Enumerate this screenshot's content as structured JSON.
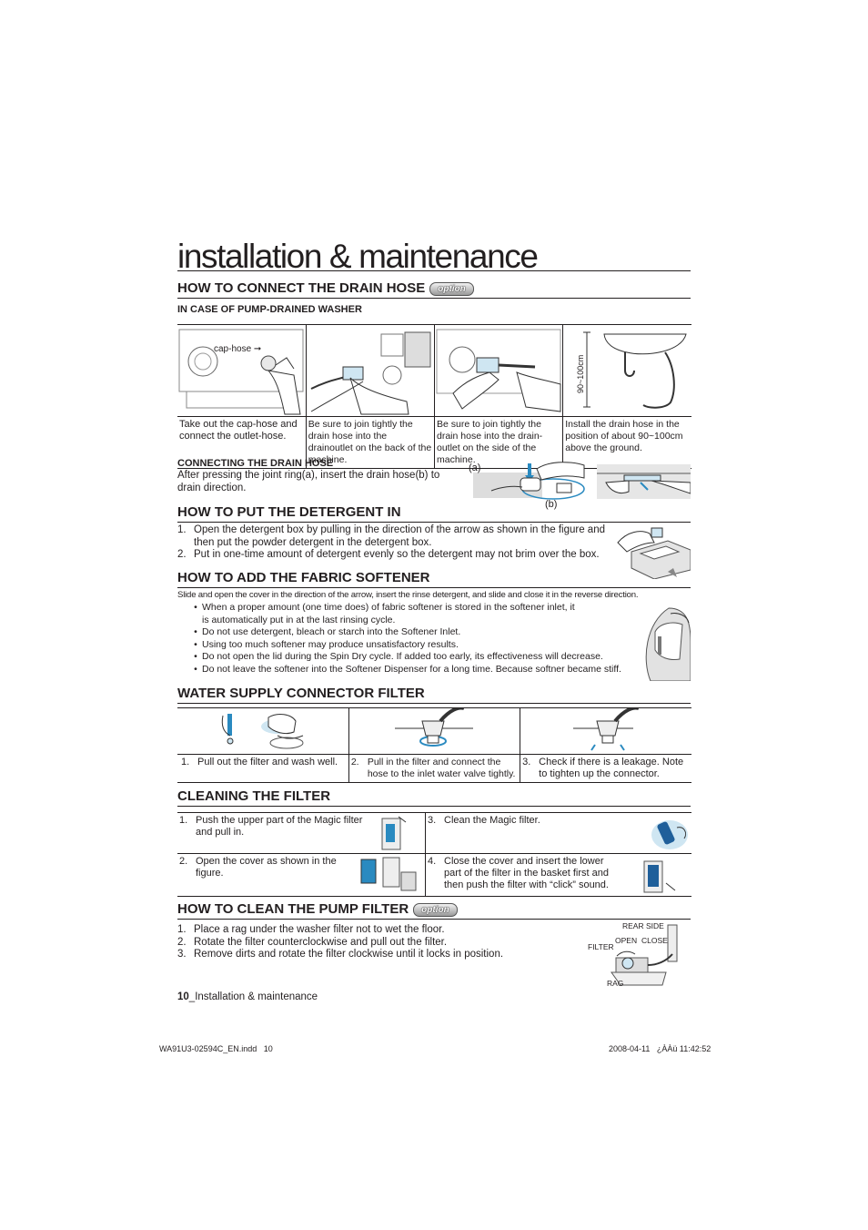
{
  "title": "installation & maintenance",
  "drain_hose": {
    "heading": "HOW TO CONNECT THE DRAIN HOSE",
    "option_badge": "option",
    "subheading": "IN CASE OF PUMP-DRAINED WASHER",
    "cap_hose_label": "cap-hose",
    "height_label": "90~100cm",
    "steps": [
      "Take out the cap-hose and connect the outlet-hose.",
      "Be sure to join tightly the drain hose into the drainoutlet on the back of the machine.",
      "Be sure to join tightly the drain hose into the drain-outlet on the side of the machine.",
      "Install the drain hose in the position of about 90~100cm above the ground."
    ],
    "connecting_heading": "CONNECTING THE DRAIN HOSE",
    "connecting_text": "After pressing the joint ring(a), insert the drain hose(b) to drain direction.",
    "label_a": "(a)",
    "label_b": "(b)"
  },
  "detergent": {
    "heading": "HOW TO PUT THE DETERGENT IN",
    "steps": [
      "Open the detergent box by pulling in the direction of the arrow as shown in the figure and then put the powder detergent in the detergent box.",
      "Put in one-time amount of detergent evenly so the detergent may not brim over the box."
    ]
  },
  "softener": {
    "heading": "HOW TO ADD THE FABRIC SOFTENER",
    "intro": "Slide and open the cover in the direction of the arrow, insert the rinse detergent, and slide and close it in the reverse direction.",
    "bullets": [
      "When a proper amount (one time does) of fabric softener is stored in the softener inlet, it is automatically put in at the last rinsing cycle.",
      "Do not use detergent, bleach or starch into the Softener Inlet.",
      "Using too much softener may produce unsatisfactory results.",
      "Do not open the lid during the Spin Dry cycle. If added too early, its effectiveness will decrease.",
      "Do not leave the softener into the Softener Dispenser for a long time. Because softner became stiff."
    ]
  },
  "water_filter": {
    "heading": "WATER SUPPLY CONNECTOR FILTER",
    "steps": [
      "Pull out the filter and wash well.",
      "Pull in the filter and connect the hose to the inlet water valve tightly.",
      "Check if there is a leakage. Note to tighten up the connector."
    ]
  },
  "cleaning_filter": {
    "heading": "CLEANING THE FILTER",
    "steps": [
      "Push the upper part of the Magic filter and pull in.",
      "Clean the Magic filter.",
      "Open the cover as shown in the figure.",
      "Close the cover and insert the lower part of the filter in the basket first and then push the filter with “click” sound."
    ]
  },
  "pump_filter": {
    "heading": "HOW TO CLEAN THE PUMP FILTER",
    "option_badge": "option",
    "steps": [
      "Place a rag under the washer filter not to wet the floor.",
      "Rotate the filter counterclockwise and pull out the filter.",
      "Remove dirts and rotate the filter clockwise until it locks in position."
    ],
    "labels": {
      "rear_side": "REAR SIDE",
      "open": "OPEN",
      "close": "CLOSE",
      "filter": "FILTER",
      "rag": "RAG"
    }
  },
  "footer": {
    "page_number": "10",
    "section": "_Installation & maintenance",
    "file_name": "WA91U3-02594C_EN.indd   10",
    "timestamp": "2008-04-11   ¿ÀÀü 11:42:52"
  }
}
